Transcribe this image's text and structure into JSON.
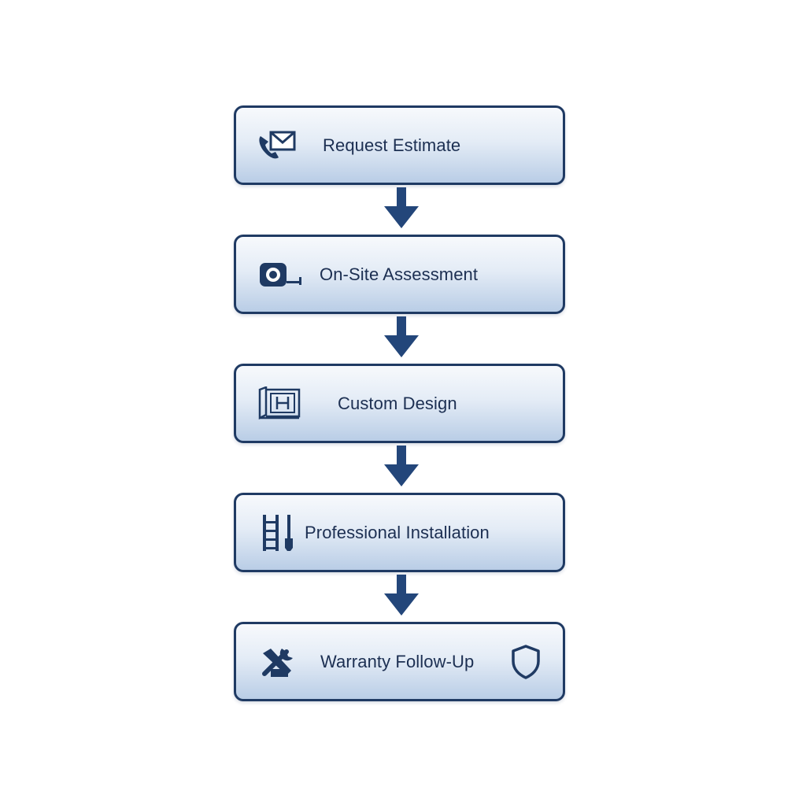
{
  "flowchart": {
    "steps": [
      {
        "label": "Request Estimate",
        "icon": "phone-envelope-icon"
      },
      {
        "label": "On-Site Assessment",
        "icon": "tape-measure-icon"
      },
      {
        "label": "Custom Design",
        "icon": "blueprint-icon"
      },
      {
        "label": "Professional Installation",
        "icon": "ladder-screwdriver-icon"
      },
      {
        "label": "Warranty Follow-Up",
        "icon": "tools-icon",
        "trailing_icon": "shield-icon"
      }
    ],
    "colors": {
      "border": "#1f3a63",
      "arrow": "#23467a",
      "text": "#1c2f52",
      "fill_top": "#f7f9fc",
      "fill_bottom": "#b9cde6"
    }
  }
}
